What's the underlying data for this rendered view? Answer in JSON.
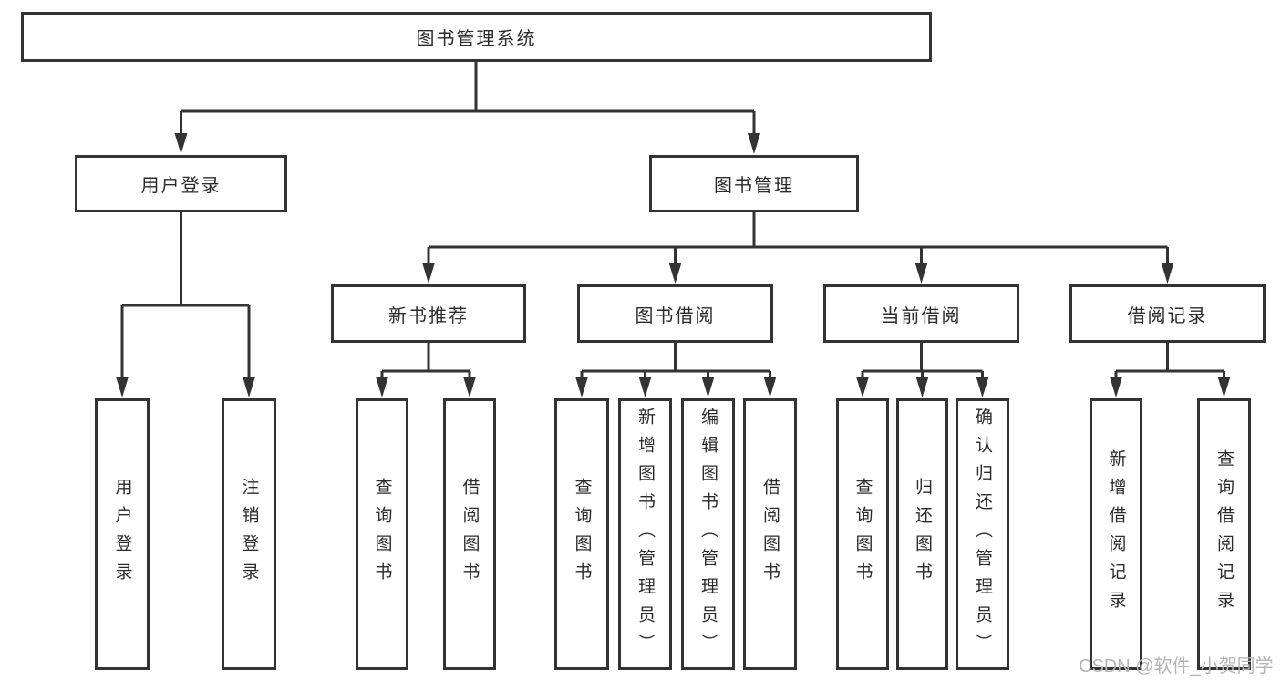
{
  "nodes": {
    "root": "图书管理系统",
    "user_login": "用户登录",
    "book_mgmt": "图书管理",
    "new_books": "新书推荐",
    "book_borrow": "图书借阅",
    "current_borrow": "当前借阅",
    "borrow_records": "借阅记录"
  },
  "leaves": {
    "user_login": [
      "用户登录",
      "注销登录"
    ],
    "new_books": [
      "查询图书",
      "借阅图书"
    ],
    "book_borrow": [
      "查询图书",
      "新增图书（管理员）",
      "编辑图书（管理员）",
      "借阅图书"
    ],
    "current_borrow": [
      "查询图书",
      "归还图书",
      "确认归还（管理员）"
    ],
    "borrow_records": [
      "新增借阅记录",
      "查询借阅记录"
    ]
  },
  "watermark": "CSDN @软件_小贺同学",
  "colors": {
    "line": "#333333",
    "text": "#2b2b2b",
    "watermark": "#b5b5b5",
    "background": "#ffffff"
  }
}
